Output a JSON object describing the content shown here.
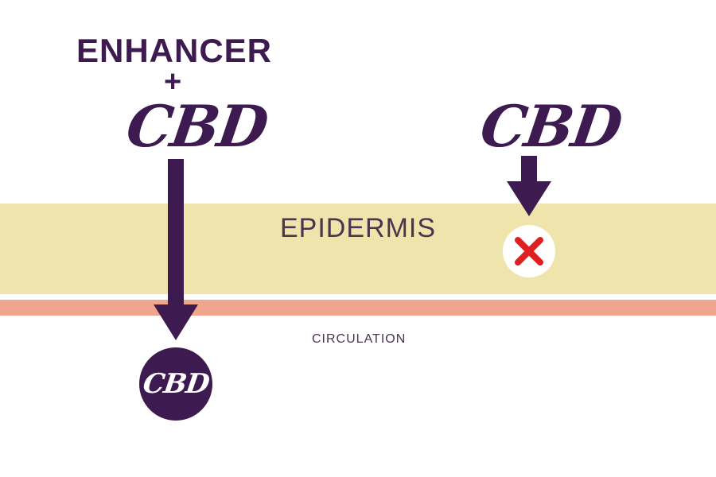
{
  "diagram": {
    "left_path": {
      "enhancer_label": "ENHANCER",
      "plus_label": "+",
      "cbd_label": "CBD",
      "result_label": "CBD"
    },
    "right_path": {
      "cbd_label": "CBD",
      "blocked_icon": "red-x-icon"
    },
    "layers": {
      "epidermis_label": "EPIDERMIS",
      "circulation_label": "CIRCULATION"
    },
    "colors": {
      "primary_purple": "#3d1a4f",
      "epidermis": "#f0e4ad",
      "circulation": "#f0a68d",
      "blocked_red": "#e02020"
    }
  }
}
